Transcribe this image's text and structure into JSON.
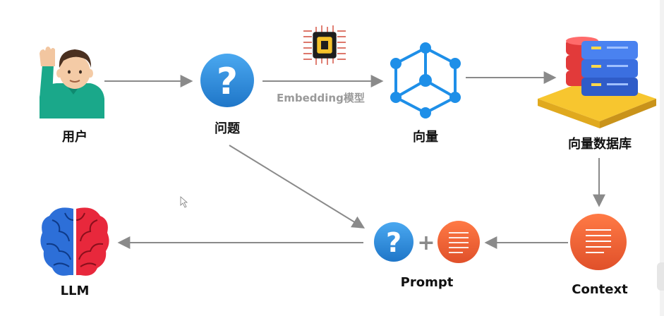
{
  "nodes": {
    "user": {
      "label": "用户",
      "icon": "person-waving-icon"
    },
    "question": {
      "label": "问题",
      "icon": "question-mark-icon",
      "glyph": "?"
    },
    "vector": {
      "label": "向量",
      "icon": "vector-graph-icon"
    },
    "vector_db": {
      "label": "向量数据库",
      "icon": "database-server-icon"
    },
    "context": {
      "label": "Context",
      "icon": "document-lines-icon"
    },
    "prompt": {
      "label": "Prompt",
      "icon": "question-plus-document-icon",
      "glyph": "?",
      "plus": "+"
    },
    "llm": {
      "label": "LLM",
      "icon": "brain-icon"
    }
  },
  "edges": {
    "embedding_label": "Embedding模型",
    "embedding_icon": "chip-icon"
  },
  "colors": {
    "arrow": "#8a8a8a",
    "question_blue": "#2f8fe0",
    "context_orange": "#f06a3a",
    "brain_blue": "#2d6fd8",
    "brain_red": "#e8283c",
    "cube_blue": "#1e8fe8",
    "db_red": "#e23a3a",
    "db_blue": "#3b6fe0",
    "db_base": "#f7c62f"
  }
}
